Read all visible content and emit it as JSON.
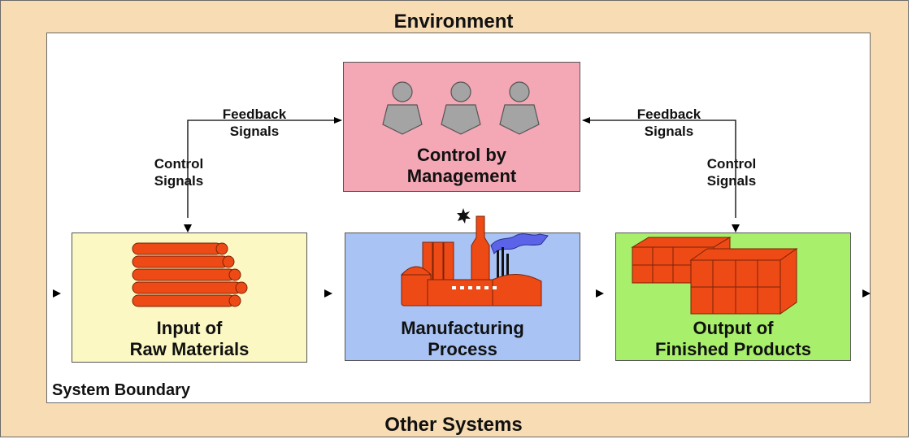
{
  "environment_label": "Environment",
  "other_systems_label": "Other Systems",
  "system_boundary_label": "System Boundary",
  "management": {
    "line1": "Control by",
    "line2": "Management"
  },
  "input": {
    "line1": "Input of",
    "line2": "Raw Materials"
  },
  "process": {
    "line1": "Manufacturing",
    "line2": "Process"
  },
  "output": {
    "line1": "Output of",
    "line2": "Finished Products"
  },
  "feedback_left": {
    "line1": "Feedback",
    "line2": "Signals"
  },
  "feedback_right": {
    "line1": "Feedback",
    "line2": "Signals"
  },
  "control_left": {
    "line1": "Control",
    "line2": "Signals"
  },
  "control_right": {
    "line1": "Control",
    "line2": "Signals"
  },
  "colors": {
    "environment": "#f8dcb4",
    "management_box": "#f4a7b4",
    "input_box": "#fbf8c4",
    "process_box": "#a9c3f4",
    "output_box": "#a8ef6c",
    "materials_orange": "#ee4a16",
    "person_gray": "#a4a4a4",
    "smoke_blue": "#5b63e8"
  }
}
